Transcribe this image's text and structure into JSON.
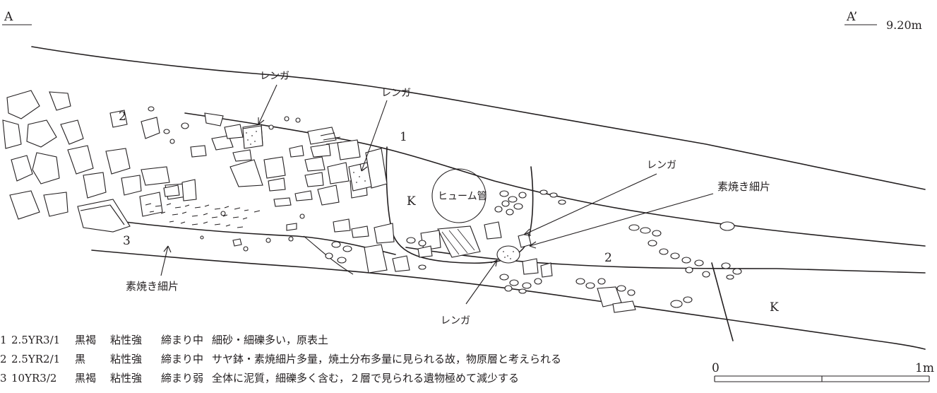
{
  "title_left": "A",
  "title_right": "A’",
  "elevation": "9.20m",
  "labels": {
    "renga_1": "レンガ",
    "renga_2": "レンガ",
    "renga_3": "レンガ",
    "renga_4": "レンガ",
    "sue_1": "素焼き細片",
    "sue_2": "素焼き細片",
    "pipe": "ヒューム管",
    "k_1": "K",
    "k_2": "K",
    "layer_1": "1",
    "layer_2a": "2",
    "layer_2b": "2",
    "layer_3": "3"
  },
  "legend": [
    {
      "no": "1",
      "code": "2.5YR3/1",
      "color": "黒褐",
      "viscosity": "粘性強",
      "compaction": "締まり中",
      "note": "細砂・細礫多い，原表土"
    },
    {
      "no": "2",
      "code": "2.5YR2/1",
      "color": "黒",
      "viscosity": "粘性強",
      "compaction": "締まり中",
      "note": "サヤ鉢・素焼細片多量，焼土分布多量に見られる故，物原層と考えられる"
    },
    {
      "no": "3",
      "code": "10YR3/2",
      "color": "黒褐",
      "viscosity": "粘性強",
      "compaction": "締まり弱",
      "note": "全体に泥質，細礫多く含む，２層で見られる遺物極めて減少する"
    }
  ],
  "scale": {
    "start": "0",
    "end": "1m"
  }
}
